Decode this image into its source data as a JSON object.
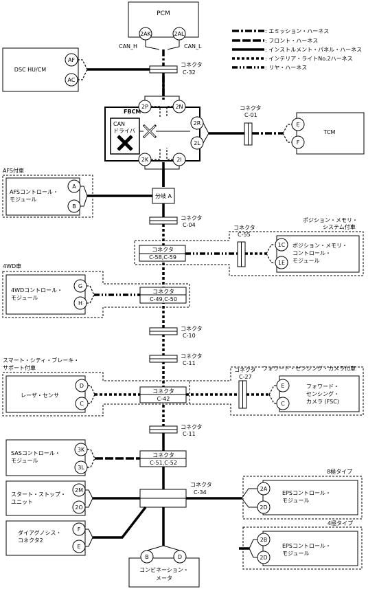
{
  "legend": {
    "emission": ": エミッション・ハーネス",
    "front": ": フロント・ハーネス",
    "instrument": ": インストルメント・パネル・ハーネス",
    "interior": ": インテリア・ライトNo.2ハーネス",
    "rear": ": リヤ・ハーネス"
  },
  "pcm": {
    "title": "PCM",
    "pin_h": "2AK",
    "pin_l": "2AL",
    "can_h": "CAN_H",
    "can_l": "CAN_L"
  },
  "dsc": {
    "title": "DSC HU/CM",
    "pin1": "AF",
    "pin2": "AC"
  },
  "c32": {
    "label": "コネクタ",
    "num": "C-32"
  },
  "fbcm": {
    "title": "FBCM",
    "can": "CAN",
    "driver": "ドライバ",
    "p1": "2P",
    "p2": "2N",
    "p3": "2R",
    "p4": "2L",
    "p5": "2K",
    "p6": "2I"
  },
  "c01": {
    "label": "コネクタ",
    "num": "C-01"
  },
  "tcm": {
    "title": "TCM",
    "pin1": "E",
    "pin2": "F"
  },
  "afs": {
    "header": "AFS付車",
    "line1": "AFSコントロール・",
    "line2": "モジュール",
    "pin1": "A",
    "pin2": "B"
  },
  "branch": {
    "label": "分岐 A"
  },
  "c04": {
    "label": "コネクタ",
    "num": "C-04"
  },
  "pos": {
    "header1": "ポジション・メモリ・",
    "header2": "システム付車",
    "line1": "ポジション・メモリ・",
    "line2": "コントロール・",
    "line3": "モジュール",
    "pin1": "1C",
    "pin2": "1E"
  },
  "c55": {
    "label": "コネクタ",
    "num": "C-55"
  },
  "c58": {
    "label": "コネクタ",
    "num": "C-58,C-59"
  },
  "wd": {
    "header": "4WD車",
    "line1": "4WDコントロール・",
    "line2": "モジュール",
    "pin1": "G",
    "pin2": "H"
  },
  "c49": {
    "label": "コネクタ",
    "num": "C-49,C-50"
  },
  "c10": {
    "label": "コネクタ",
    "num": "C-10"
  },
  "c11a": {
    "label": "コネクタ",
    "num": "C-11"
  },
  "scbs": {
    "header1": "スマート・シティ・ブレーキ・",
    "header2": "サポート付車",
    "title": "レーザ・センサ",
    "pin1": "D",
    "pin2": "C"
  },
  "c42": {
    "label": "コネクタ",
    "num": "C-42"
  },
  "c27": {
    "label": "コネクタ",
    "num": "C-27"
  },
  "fsc": {
    "header": "フォワード・センシング・カメラ付車",
    "line1": "フォワード・",
    "line2": "センシング・",
    "line3": "カメラ (FSC)",
    "pin1": "E",
    "pin2": "C"
  },
  "c11b": {
    "label": "コネクタ",
    "num": "C-11"
  },
  "sas": {
    "line1": "SASコントロール・",
    "line2": "モジュール",
    "pin1": "3K",
    "pin2": "3L"
  },
  "c51": {
    "label": "コネクタ",
    "num": "C-51,C-52"
  },
  "ss": {
    "line1": "スタート・ストップ・",
    "line2": "ユニット",
    "pin1": "2M",
    "pin2": "2O"
  },
  "c34": {
    "label": "コネクタ",
    "num": "C-34"
  },
  "eps8": {
    "header": "8極タイプ",
    "line1": "EPSコントロール・",
    "line2": "モジュール",
    "pin1": "2A",
    "pin2": "2D"
  },
  "diag": {
    "line1": "ダイアグノシス・",
    "line2": "コネクタ2",
    "pin1": "F",
    "pin2": "E"
  },
  "eps4": {
    "header": "4極タイプ",
    "line1": "EPSコントロール・",
    "line2": "モジュール",
    "pin1": "2B",
    "pin2": "2D"
  },
  "combi": {
    "line1": "コンビネーション・",
    "line2": "メータ",
    "pin1": "B",
    "pin2": "D"
  }
}
